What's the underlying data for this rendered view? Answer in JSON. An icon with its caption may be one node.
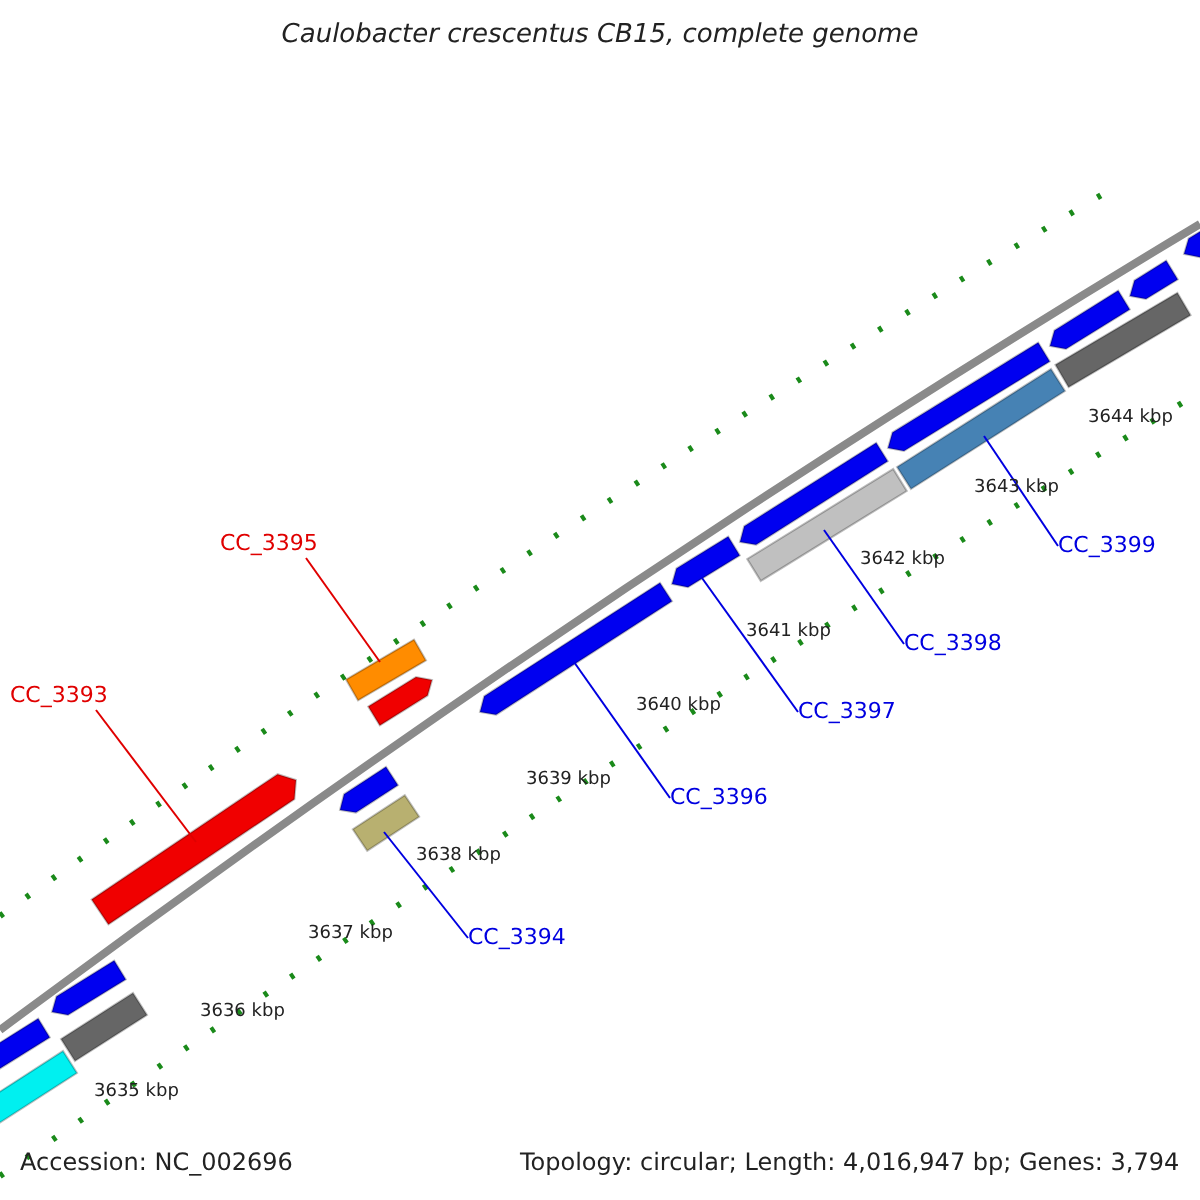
{
  "diagram": {
    "title": "Caulobacter crescentus CB15, complete genome",
    "nodes": [
      {
        "text": [
          "CC_3395"
        ]
      },
      {
        "text": [
          "CC_3393"
        ]
      },
      {
        "text": [
          "CC_3399"
        ]
      },
      {
        "text": [
          "CC_3398"
        ]
      },
      {
        "text": [
          "CC_3397"
        ]
      },
      {
        "text": [
          "CC_3396"
        ]
      },
      {
        "text": [
          "CC_3394"
        ]
      },
      {
        "text": [],
        "shape": "bar"
      },
      {
        "text": [],
        "shape": "arrow"
      },
      {
        "text": [],
        "shape": "arrow"
      },
      {
        "text": [],
        "shape": "bar"
      },
      {
        "text": [],
        "shape": "arrow"
      },
      {
        "text": [],
        "shape": "arrow"
      },
      {
        "text": [],
        "shape": "bar"
      },
      {
        "text": [],
        "shape": "bar"
      },
      {
        "text": [],
        "shape": "arrow"
      },
      {
        "text": [],
        "shape": "arrow"
      },
      {
        "text": [],
        "shape": "arrow"
      },
      {
        "text": [],
        "shape": "arrow"
      },
      {
        "text": [],
        "shape": "bar"
      },
      {
        "text": [],
        "shape": "arrow"
      },
      {
        "text": [],
        "shape": "bar"
      },
      {
        "text": [],
        "shape": "arrow"
      },
      {
        "text": [],
        "shape": "bar"
      },
      {
        "text": [],
        "shape": "arrow"
      },
      {
        "text": [],
        "shape": "arrow"
      }
    ],
    "edges": [
      {
        "from": 0,
        "to": 13,
        "arrow": "none",
        "color": "#e00000"
      },
      {
        "from": 1,
        "to": 11,
        "arrow": "none",
        "color": "#e00000"
      },
      {
        "from": 2,
        "to": 21,
        "arrow": "none"
      },
      {
        "from": 3,
        "to": 19,
        "arrow": "none"
      },
      {
        "from": 4,
        "to": 17,
        "arrow": "none"
      },
      {
        "from": 5,
        "to": 16,
        "arrow": "none"
      },
      {
        "from": 6,
        "to": 14,
        "arrow": "none"
      }
    ],
    "labels": [
      "3644 kbp",
      "3643 kbp",
      "3642 kbp",
      "3641 kbp",
      "3640 kbp",
      "3639 kbp",
      "3638 kbp",
      "3637 kbp",
      "3636 kbp",
      "3635 kbp",
      "Accession: NC_002696",
      "Topology: circular; Length: 4,016,947 bp; Genes: 3,794"
    ]
  }
}
